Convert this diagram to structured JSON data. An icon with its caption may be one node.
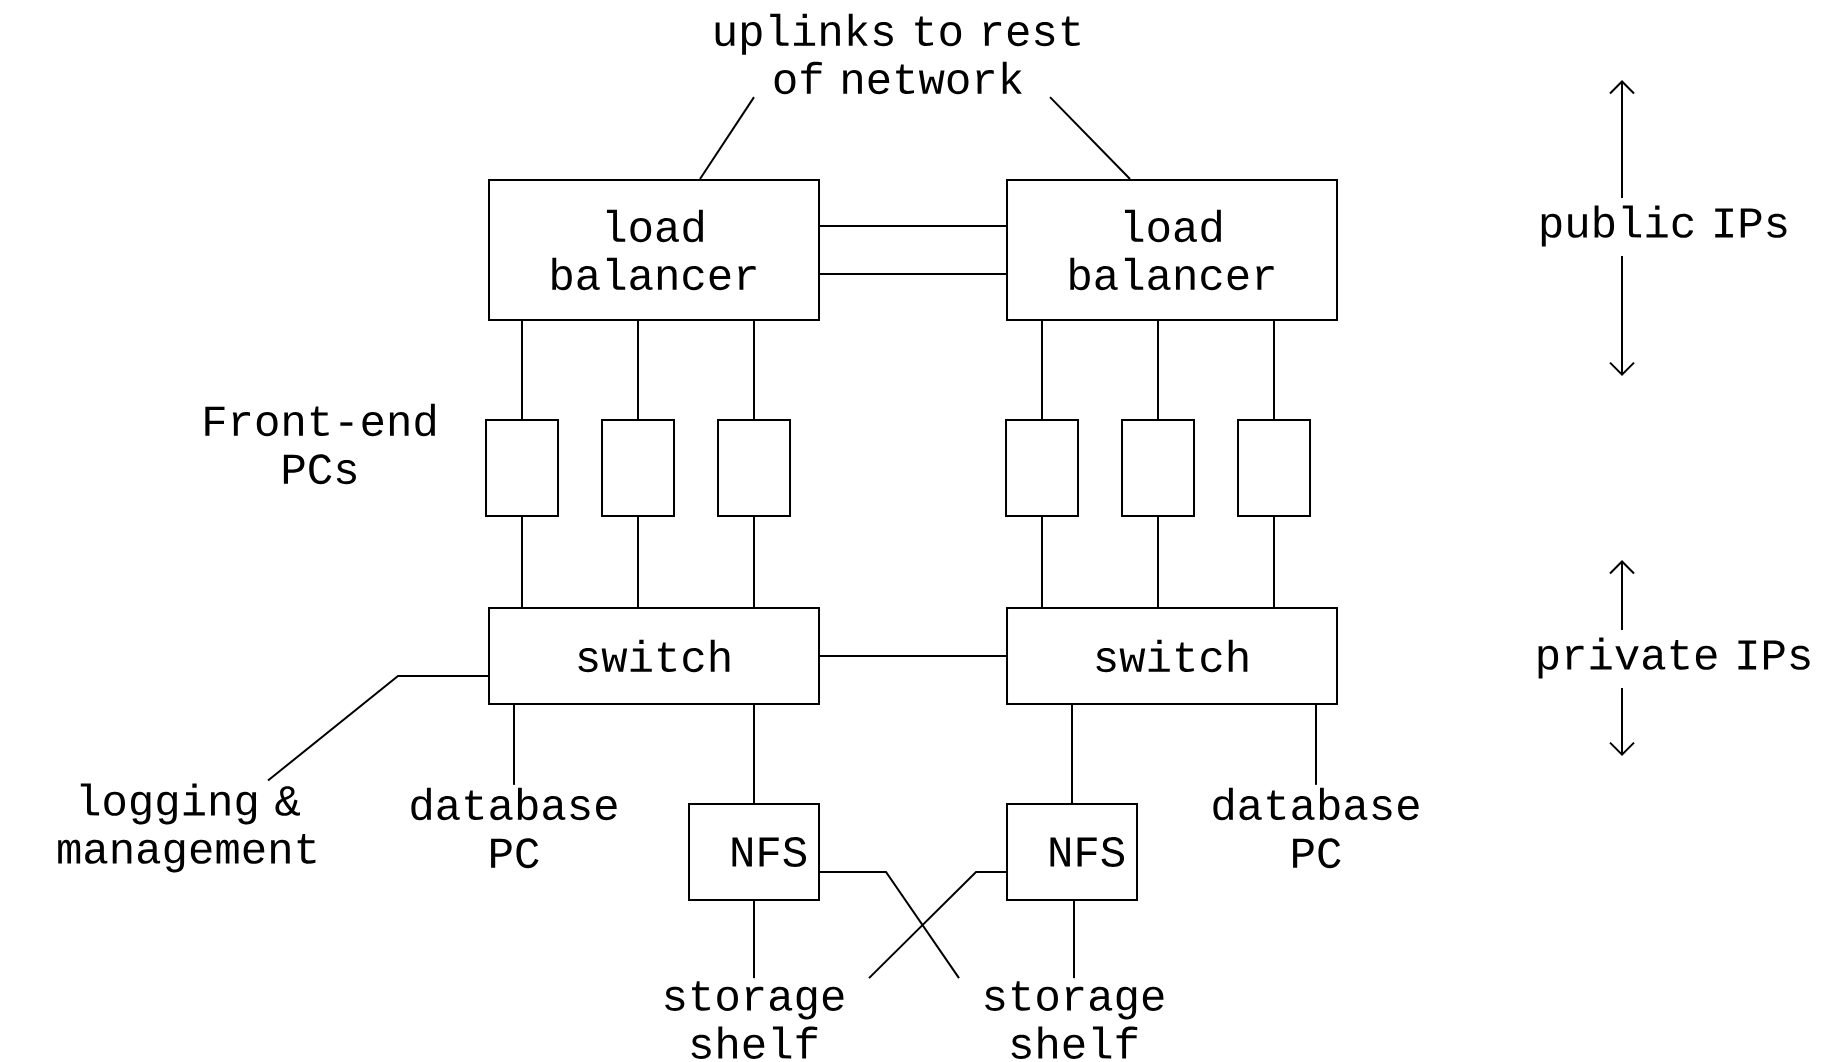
{
  "diagram": {
    "nodes": [
      {
        "text": [
          "uplinks to rest of network"
        ]
      },
      {
        "text": [
          "load balancer"
        ]
      },
      {
        "text": [
          "load balancer"
        ]
      },
      {
        "text": [],
        "shape": "box"
      },
      {
        "text": [],
        "shape": "box"
      },
      {
        "text": [],
        "shape": "box"
      },
      {
        "text": [],
        "shape": "box"
      },
      {
        "text": [],
        "shape": "box"
      },
      {
        "text": [],
        "shape": "box"
      },
      {
        "text": [
          "switch"
        ]
      },
      {
        "text": [
          "switch"
        ]
      },
      {
        "text": [
          "logging & management"
        ]
      },
      {
        "text": [
          "database PC"
        ]
      },
      {
        "text": [
          "NFS"
        ]
      },
      {
        "text": [
          "NFS"
        ]
      },
      {
        "text": [
          "database PC"
        ]
      },
      {
        "text": [
          "storage shelf"
        ]
      },
      {
        "text": [
          "storage shelf"
        ]
      }
    ],
    "edges": [
      {
        "from": 0,
        "to": 1,
        "arrow": "none"
      },
      {
        "from": 0,
        "to": 2,
        "arrow": "none"
      },
      {
        "from": 1,
        "to": 2,
        "arrow": "none"
      },
      {
        "from": 1,
        "to": 2,
        "arrow": "none"
      },
      {
        "from": 1,
        "to": 3,
        "arrow": "none"
      },
      {
        "from": 1,
        "to": 4,
        "arrow": "none"
      },
      {
        "from": 1,
        "to": 5,
        "arrow": "none"
      },
      {
        "from": 2,
        "to": 6,
        "arrow": "none"
      },
      {
        "from": 2,
        "to": 7,
        "arrow": "none"
      },
      {
        "from": 2,
        "to": 8,
        "arrow": "none"
      },
      {
        "from": 3,
        "to": 9,
        "arrow": "none"
      },
      {
        "from": 4,
        "to": 9,
        "arrow": "none"
      },
      {
        "from": 5,
        "to": 9,
        "arrow": "none"
      },
      {
        "from": 6,
        "to": 10,
        "arrow": "none"
      },
      {
        "from": 7,
        "to": 10,
        "arrow": "none"
      },
      {
        "from": 8,
        "to": 10,
        "arrow": "none"
      },
      {
        "from": 9,
        "to": 10,
        "arrow": "none"
      },
      {
        "from": 9,
        "to": 11,
        "arrow": "none"
      },
      {
        "from": 9,
        "to": 12,
        "arrow": "none"
      },
      {
        "from": 9,
        "to": 13,
        "arrow": "none"
      },
      {
        "from": 10,
        "to": 14,
        "arrow": "none"
      },
      {
        "from": 10,
        "to": 15,
        "arrow": "none"
      },
      {
        "from": 13,
        "to": 16,
        "arrow": "none"
      },
      {
        "from": 13,
        "to": 17,
        "arrow": "none"
      },
      {
        "from": 14,
        "to": 16,
        "arrow": "none"
      },
      {
        "from": 14,
        "to": 17,
        "arrow": "none"
      }
    ],
    "labels": [
      "Front-end PCs",
      "public IPs",
      "private IPs"
    ]
  }
}
